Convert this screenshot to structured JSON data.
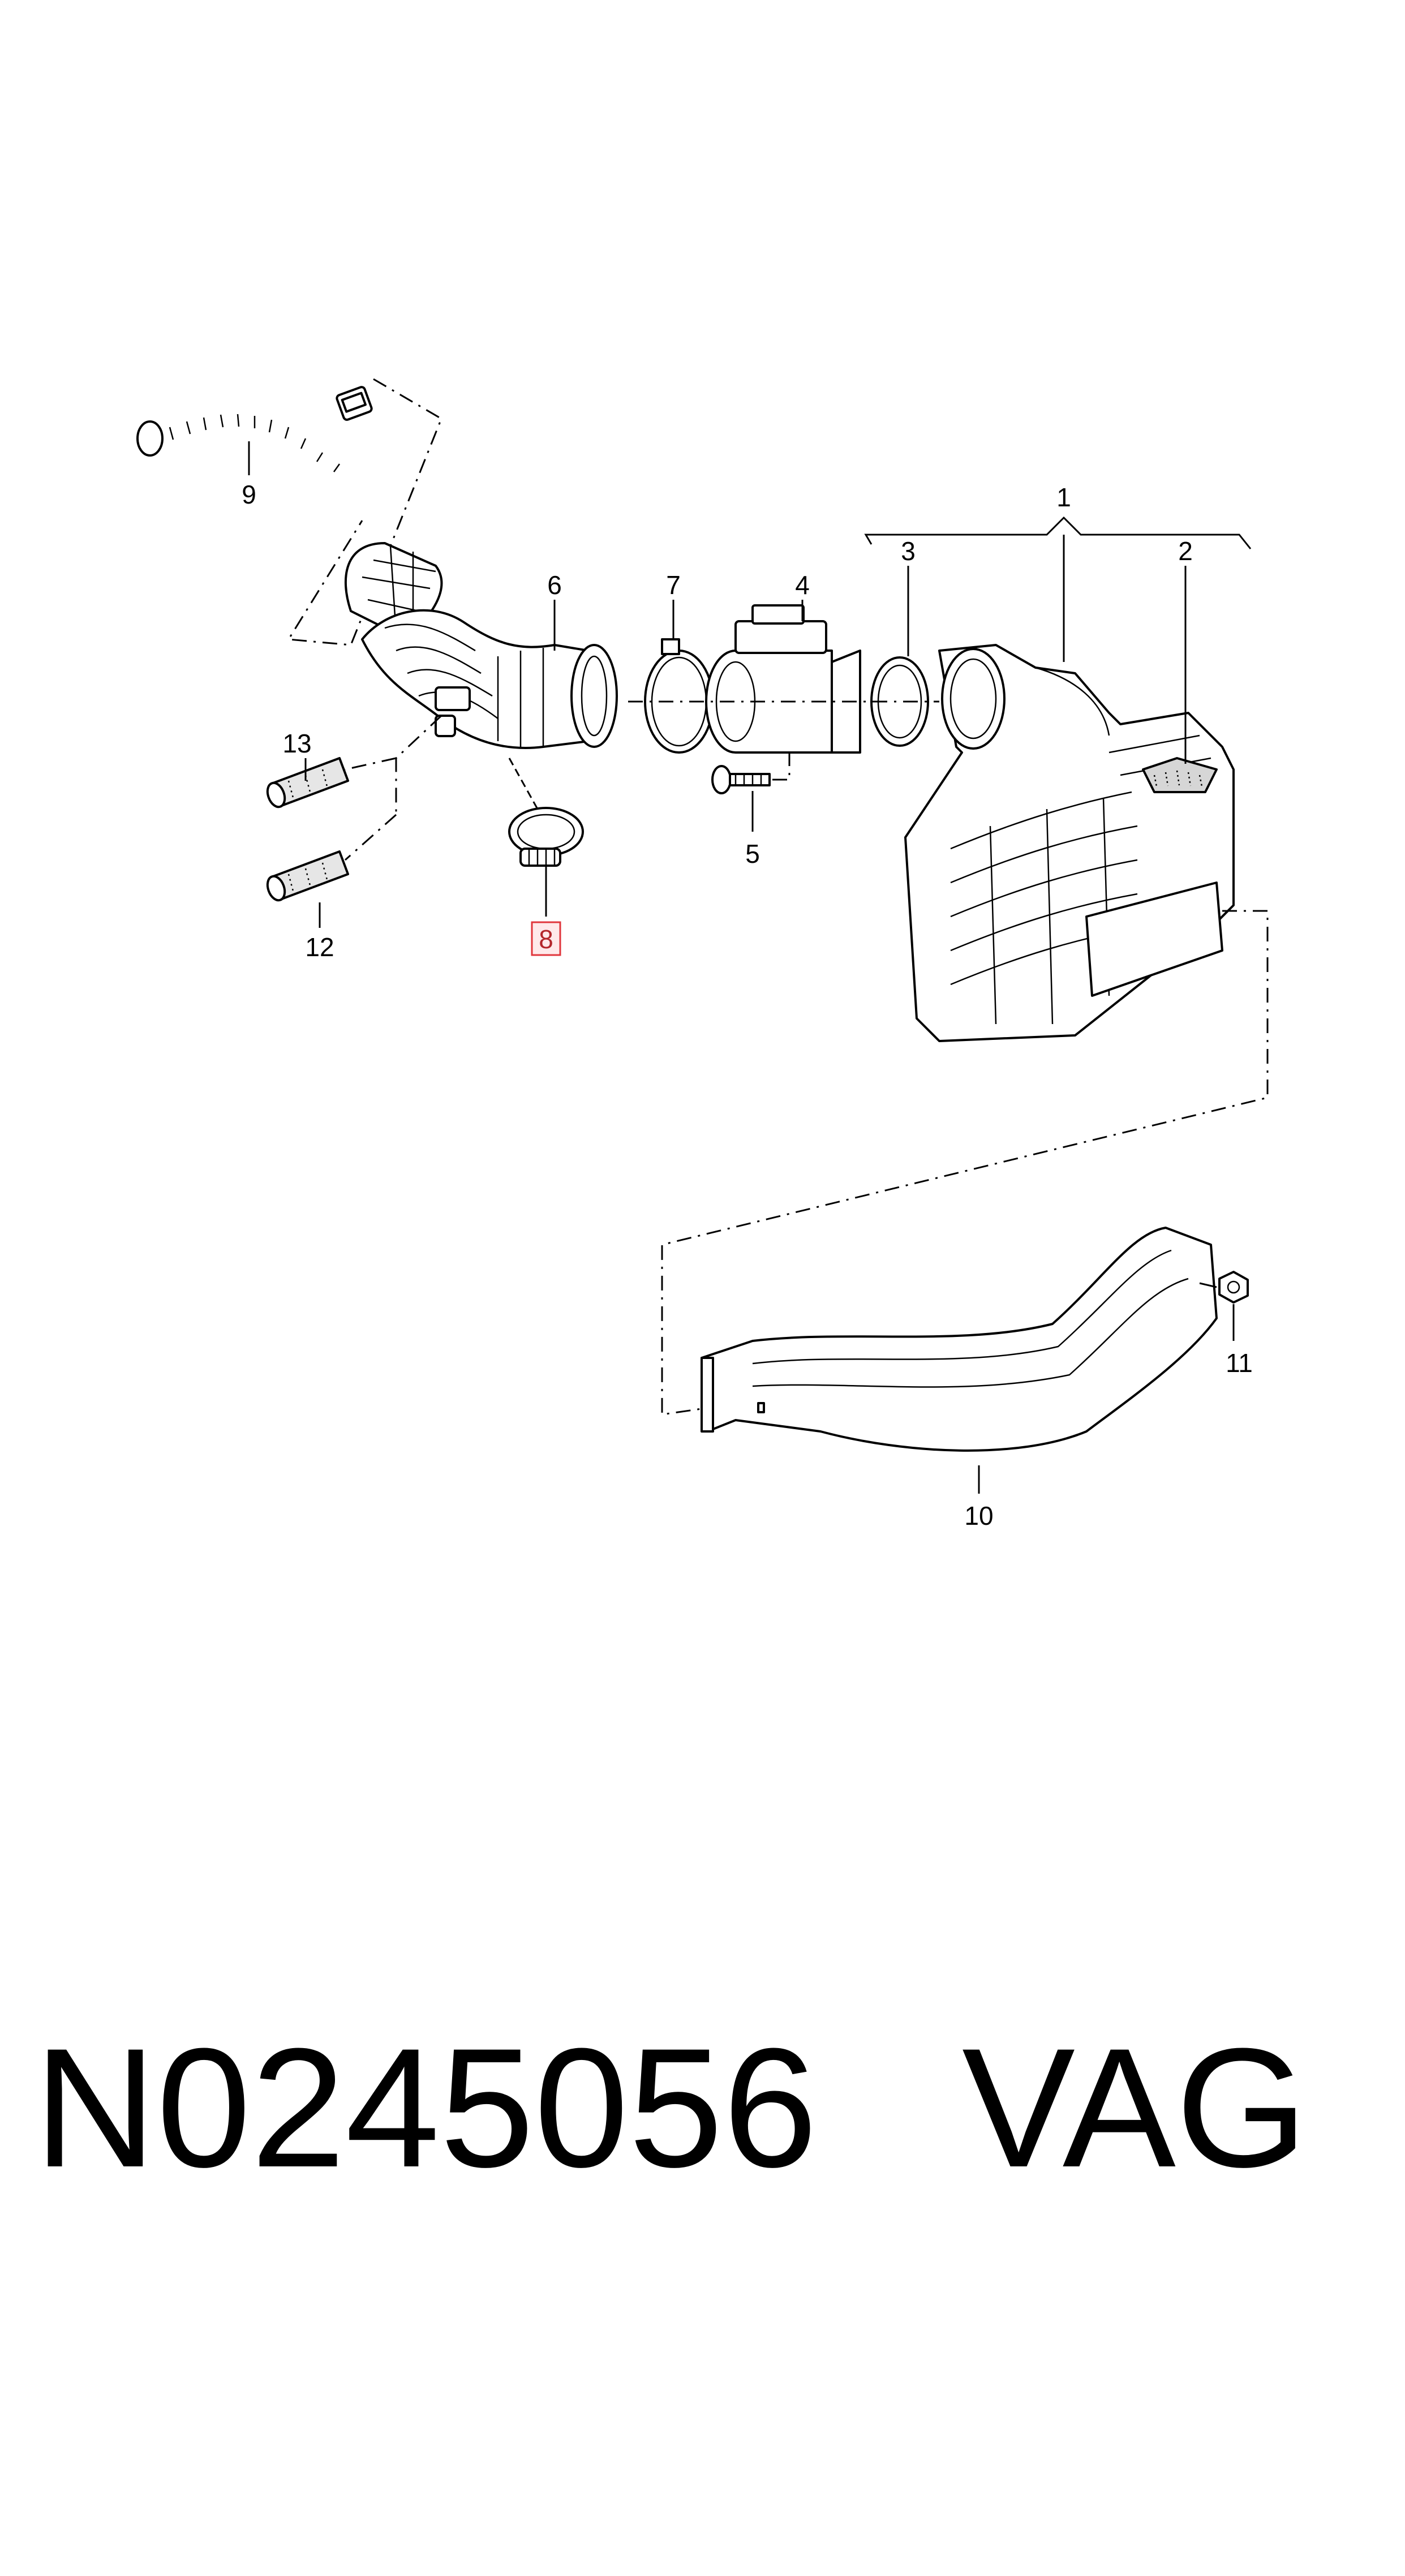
{
  "callouts": {
    "c1": "1",
    "c2": "2",
    "c3": "3",
    "c4": "4",
    "c5": "5",
    "c6": "6",
    "c7": "7",
    "c8": "8",
    "c9": "9",
    "c10": "10",
    "c11": "11",
    "c12": "12",
    "c13": "13"
  },
  "highlighted_callout": "8",
  "footer": {
    "part_code": "N0245056",
    "brand": "VAG"
  }
}
